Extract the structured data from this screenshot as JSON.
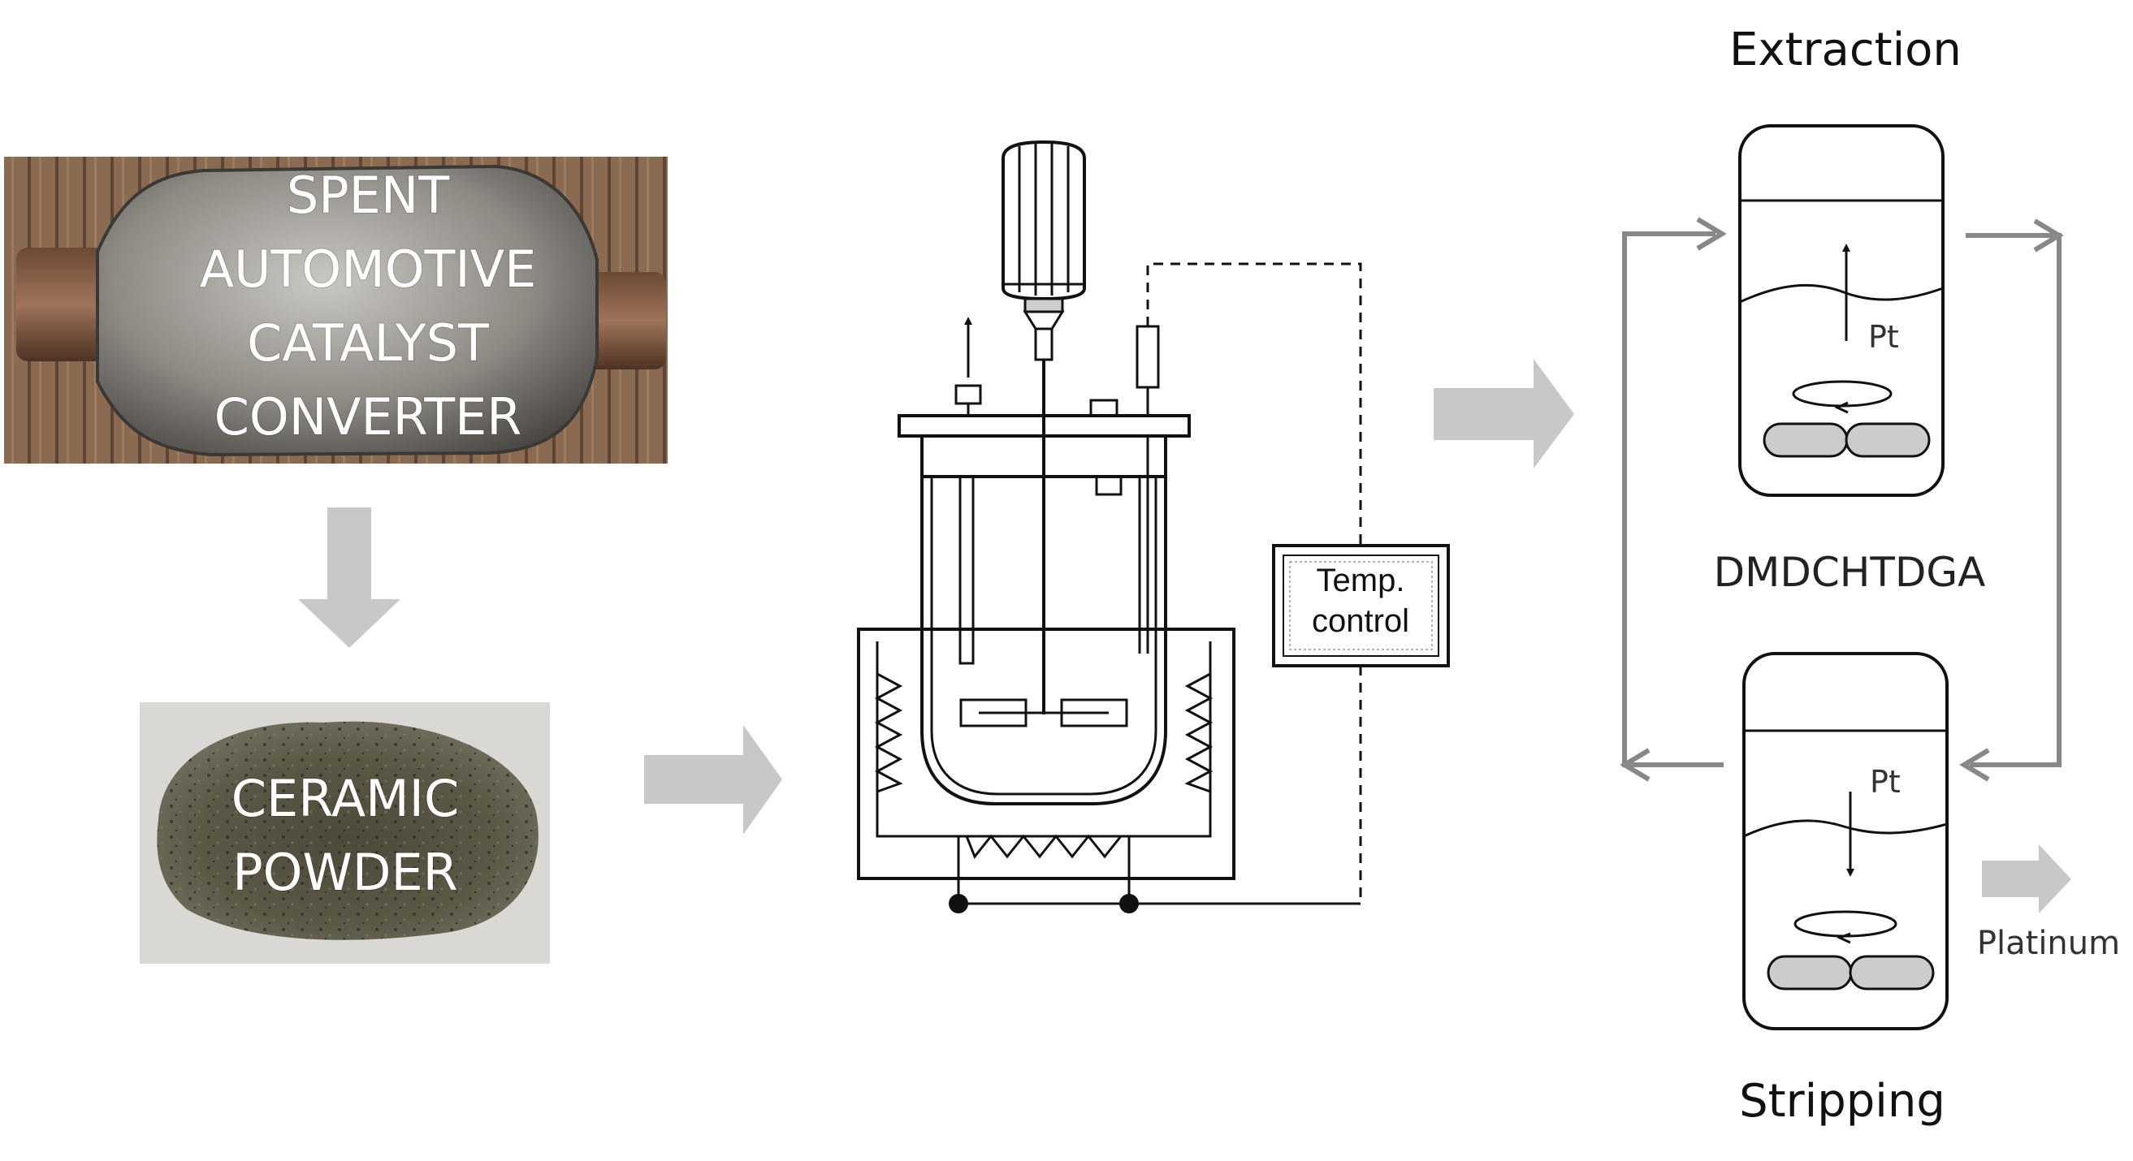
{
  "photos": {
    "catalyst_label_lines": [
      "SPENT",
      "AUTOMOTIVE",
      "CATALYST",
      "CONVERTER"
    ],
    "powder_label_lines": [
      "CERAMIC",
      "POWDER"
    ]
  },
  "reactor": {
    "temp_control_lines": [
      "Temp.",
      "control"
    ]
  },
  "extraction": {
    "title": "Extraction",
    "species": "Pt"
  },
  "extractant": {
    "name": "DMDCHTDGA"
  },
  "stripping": {
    "title": "Stripping",
    "species": "Pt"
  },
  "product": {
    "name": "Platinum"
  },
  "colors": {
    "big_arrow": "#c8c8c8",
    "flow_line": "#888888",
    "stir_bar": "#cccccc"
  }
}
